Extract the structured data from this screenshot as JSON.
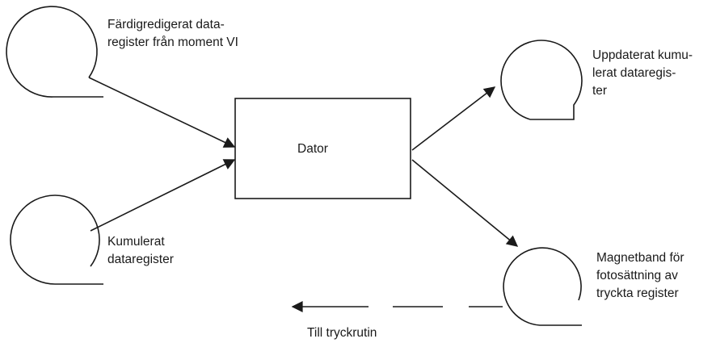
{
  "computer": {
    "label": "Dator"
  },
  "inputs": [
    {
      "label": "Färdigredigerat data-\nregister från moment VI",
      "icon": "tape-reel-icon"
    },
    {
      "label": "Kumulerat\ndataregister",
      "icon": "tape-reel-icon"
    }
  ],
  "outputs": [
    {
      "label": "Uppdaterat kumu-\nlerat dataregis-\nter",
      "icon": "tape-reel-icon"
    },
    {
      "label": "Magnetband för\nfotosättning av\ntryckta register",
      "icon": "tape-reel-icon"
    }
  ],
  "print_routine": {
    "label": "Till tryckrutin"
  }
}
